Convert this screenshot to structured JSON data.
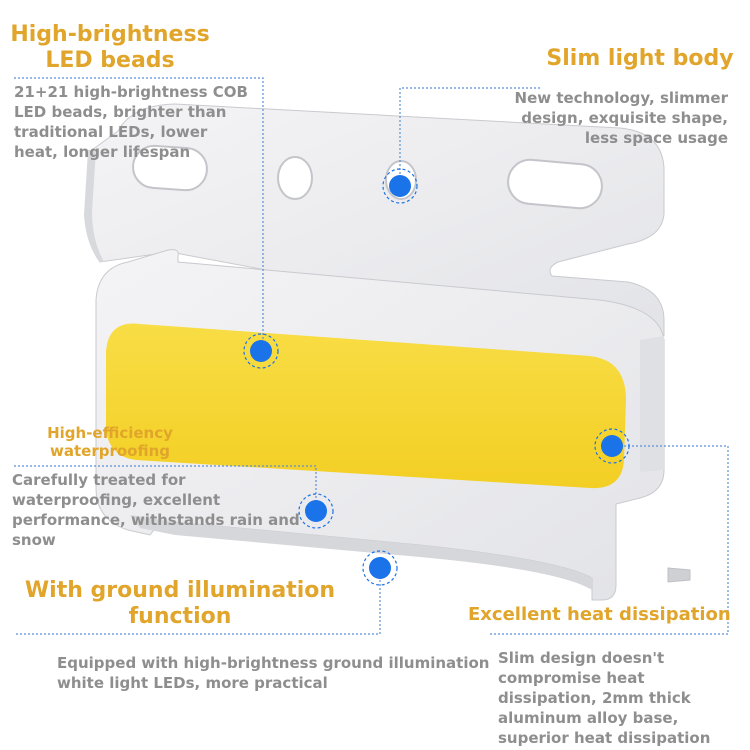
{
  "features": {
    "led_beads": {
      "title": "High-brightness LED beads",
      "description": "21+21 high-brightness COB LED beads, brighter than traditional LEDs, lower heat, longer lifespan"
    },
    "slim_body": {
      "title": "Slim light body",
      "description": "New technology, slimmer design, exquisite shape, less space usage"
    },
    "waterproofing": {
      "title": "High-efficiency waterproofing",
      "description": "Carefully treated for waterproofing, excellent performance, withstands rain and snow"
    },
    "ground_illumination": {
      "title": "With ground illumination function",
      "description": "Equipped with high-brightness ground illumination white light LEDs, more practical"
    },
    "heat_dissipation": {
      "title": "Excellent heat dissipation",
      "description": "Slim design doesn't compromise heat dissipation, 2mm thick aluminum alloy base, superior heat dissipation"
    }
  },
  "colors": {
    "title_text": "#e0a52a",
    "description_text": "#8e8e8e",
    "led_strip": "#f6d633",
    "marker_dot": "#1a73e8",
    "leader_line": "#5b8fd6"
  }
}
